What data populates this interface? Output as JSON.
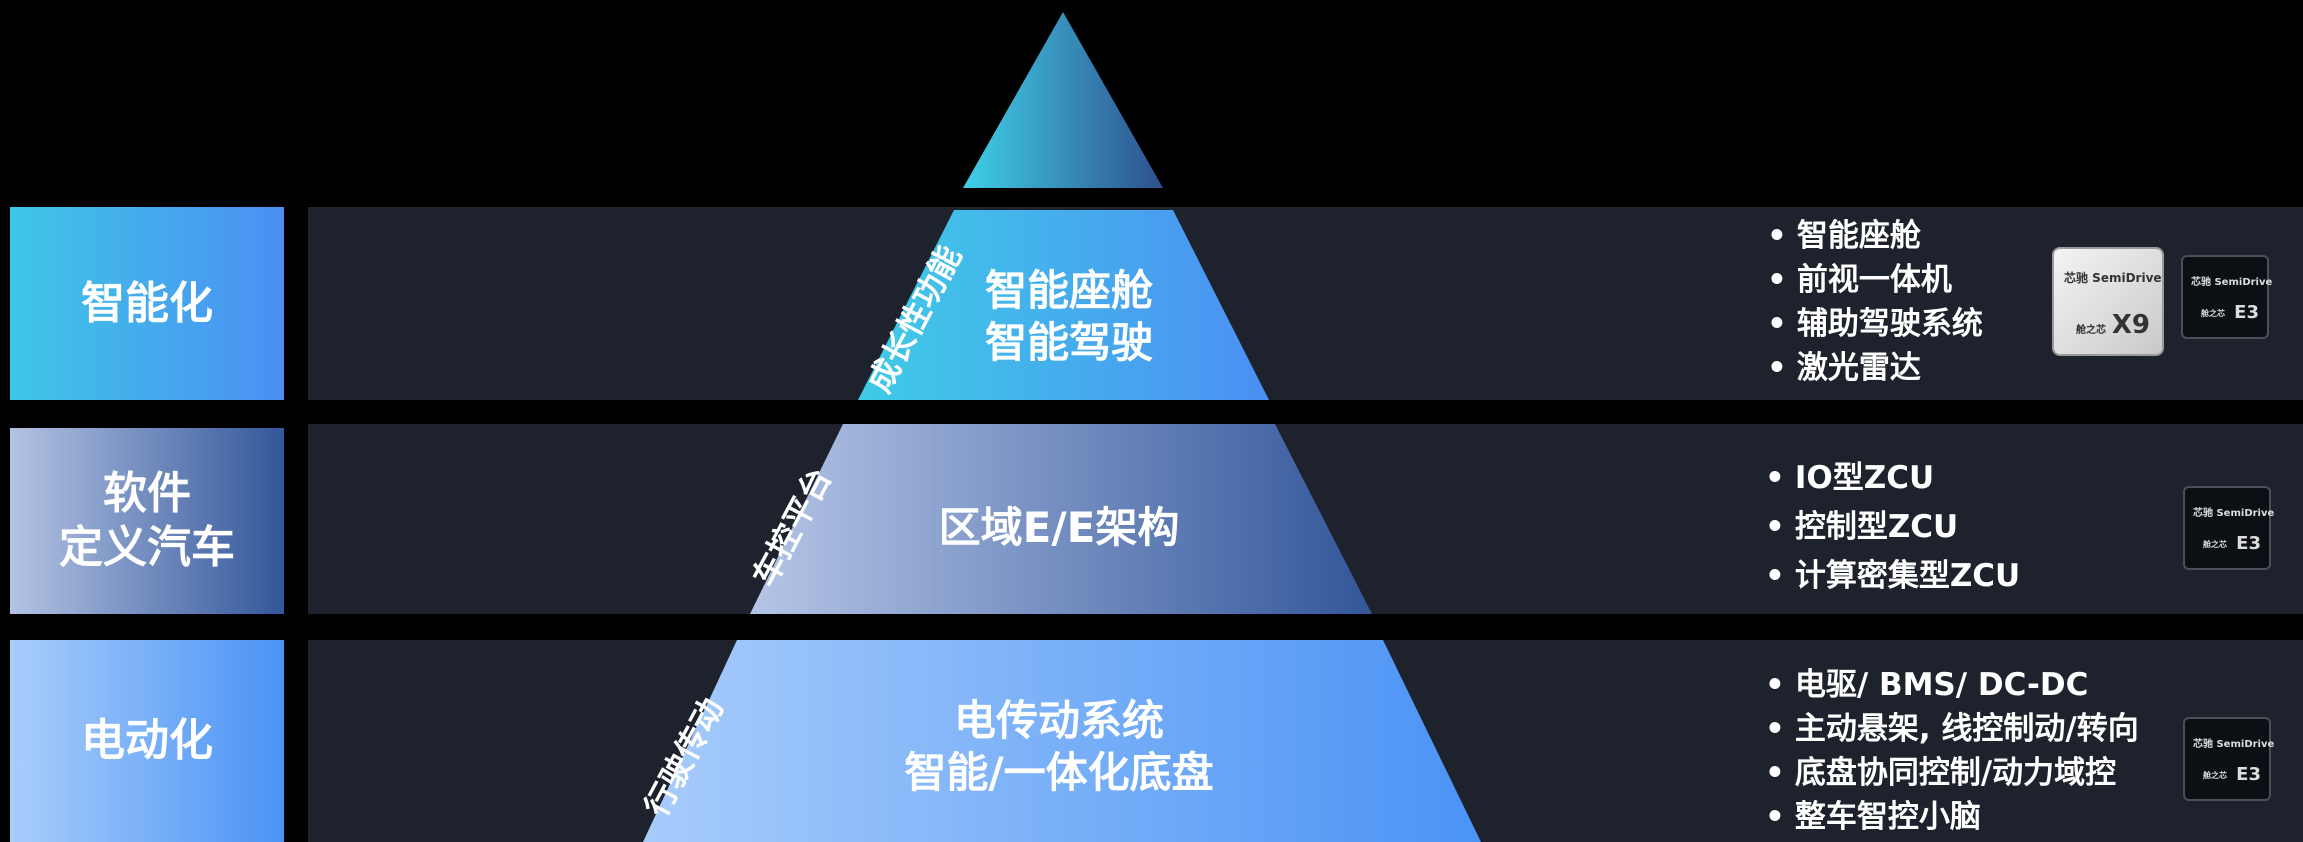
{
  "layers": [
    {
      "side_label": "智能化",
      "slant_label": "成长性功能",
      "center_label": "智能座舱\n智能驾驶",
      "bullets": [
        "智能座舱",
        "前视一体机",
        "辅助驾驶系统",
        "激光雷达"
      ],
      "chips": [
        {
          "brand": "芯驰 SemiDrive",
          "prefix": "舱之芯",
          "model": "X9"
        },
        {
          "brand": "芯驰 SemiDrive",
          "prefix": "舱之芯",
          "model": "E3"
        }
      ]
    },
    {
      "side_label": "软件\n定义汽车",
      "slant_label": "车控平台",
      "center_label": "区域E/E架构",
      "bullets": [
        "IO型ZCU",
        "控制型ZCU",
        "计算密集型ZCU"
      ],
      "chips": [
        {
          "brand": "芯驰 SemiDrive",
          "prefix": "舱之芯",
          "model": "E3"
        }
      ]
    },
    {
      "side_label": "电动化",
      "slant_label": "行驶传动",
      "center_label": "电传动系统\n智能/一体化底盘",
      "bullets": [
        "电驱/ BMS/ DC-DC",
        "主动悬架, 线控制动/转向",
        "底盘协同控制/动力域控",
        "整车智控小脑"
      ],
      "chips": [
        {
          "brand": "芯驰 SemiDrive",
          "prefix": "舱之芯",
          "model": "E3"
        }
      ]
    }
  ],
  "colors": {
    "band_bg": "#1d222c",
    "tier1_gradient": [
      "#3fc6e6",
      "#4b8ff3"
    ],
    "tier2_gradient": [
      "#b3c3e3",
      "#33569a"
    ],
    "tier3_gradient": [
      "#a9cdfb",
      "#4a93f5"
    ]
  }
}
